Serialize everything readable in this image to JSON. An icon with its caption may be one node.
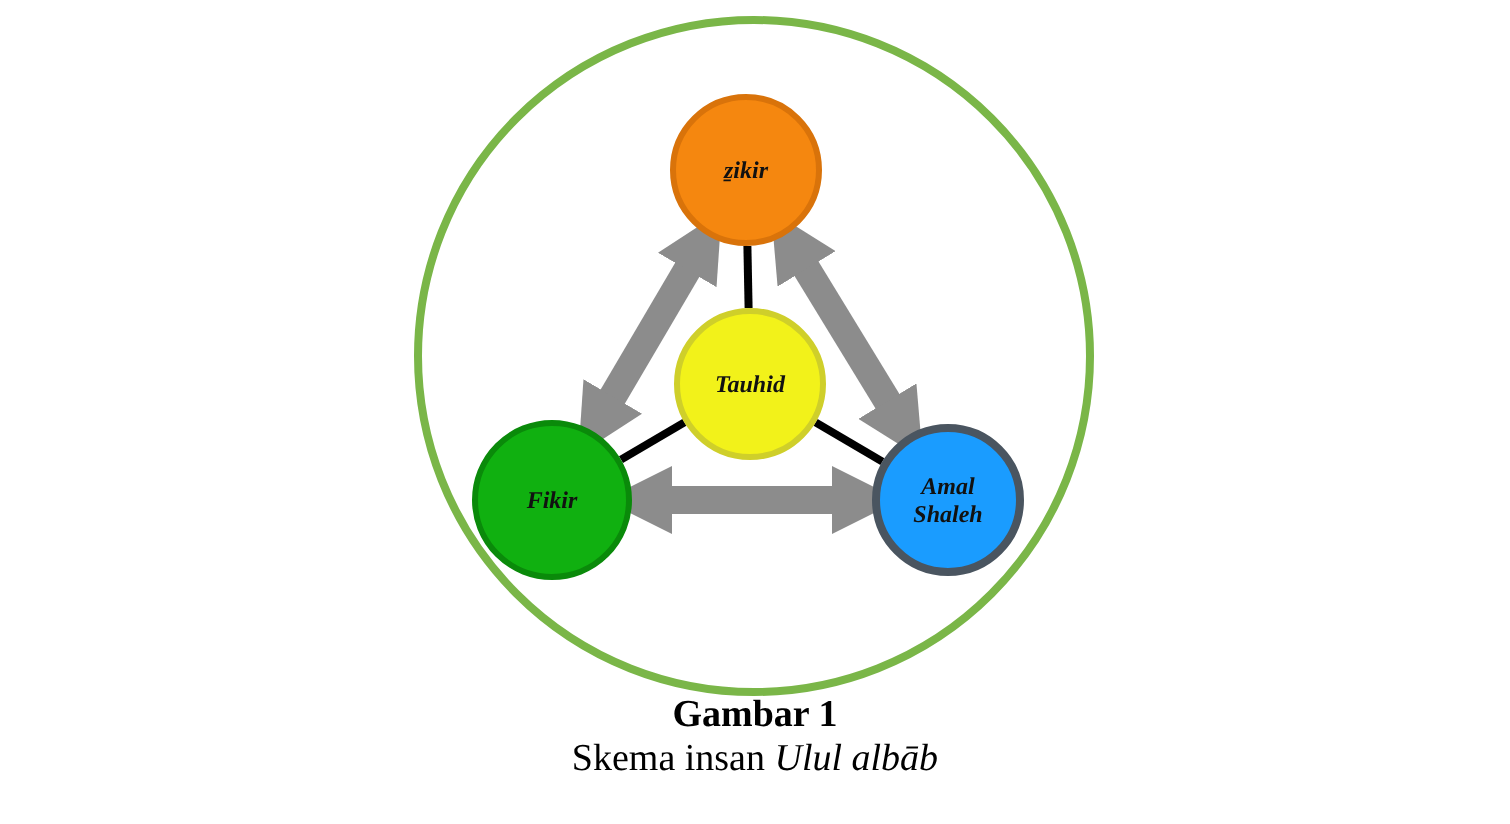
{
  "diagram": {
    "title": "Gambar 1",
    "caption": "Skema insan *Ulul albāb*",
    "nodes": [
      {
        "text": [],
        "shape": "circle"
      },
      {
        "text": [
          "ẕikir"
        ],
        "in": 0
      },
      {
        "text": [
          "Tauhid"
        ],
        "in": 0
      },
      {
        "text": [
          "Fikir"
        ],
        "in": 0
      },
      {
        "text": [
          "Amal Shaleh"
        ],
        "in": 0
      }
    ],
    "edges": [
      {
        "from": 1,
        "to": 2,
        "arrow": "none"
      },
      {
        "from": 2,
        "to": 3,
        "arrow": "none"
      },
      {
        "from": 2,
        "to": 4,
        "arrow": "none"
      },
      {
        "from": 1,
        "to": 3,
        "arrow": "both",
        "style": "thick",
        "color": "#8c8c8c"
      },
      {
        "from": 1,
        "to": 4,
        "arrow": "both",
        "style": "thick",
        "color": "#8c8c8c"
      },
      {
        "from": 3,
        "to": 4,
        "arrow": "both",
        "style": "thick",
        "color": "#8c8c8c"
      }
    ]
  }
}
